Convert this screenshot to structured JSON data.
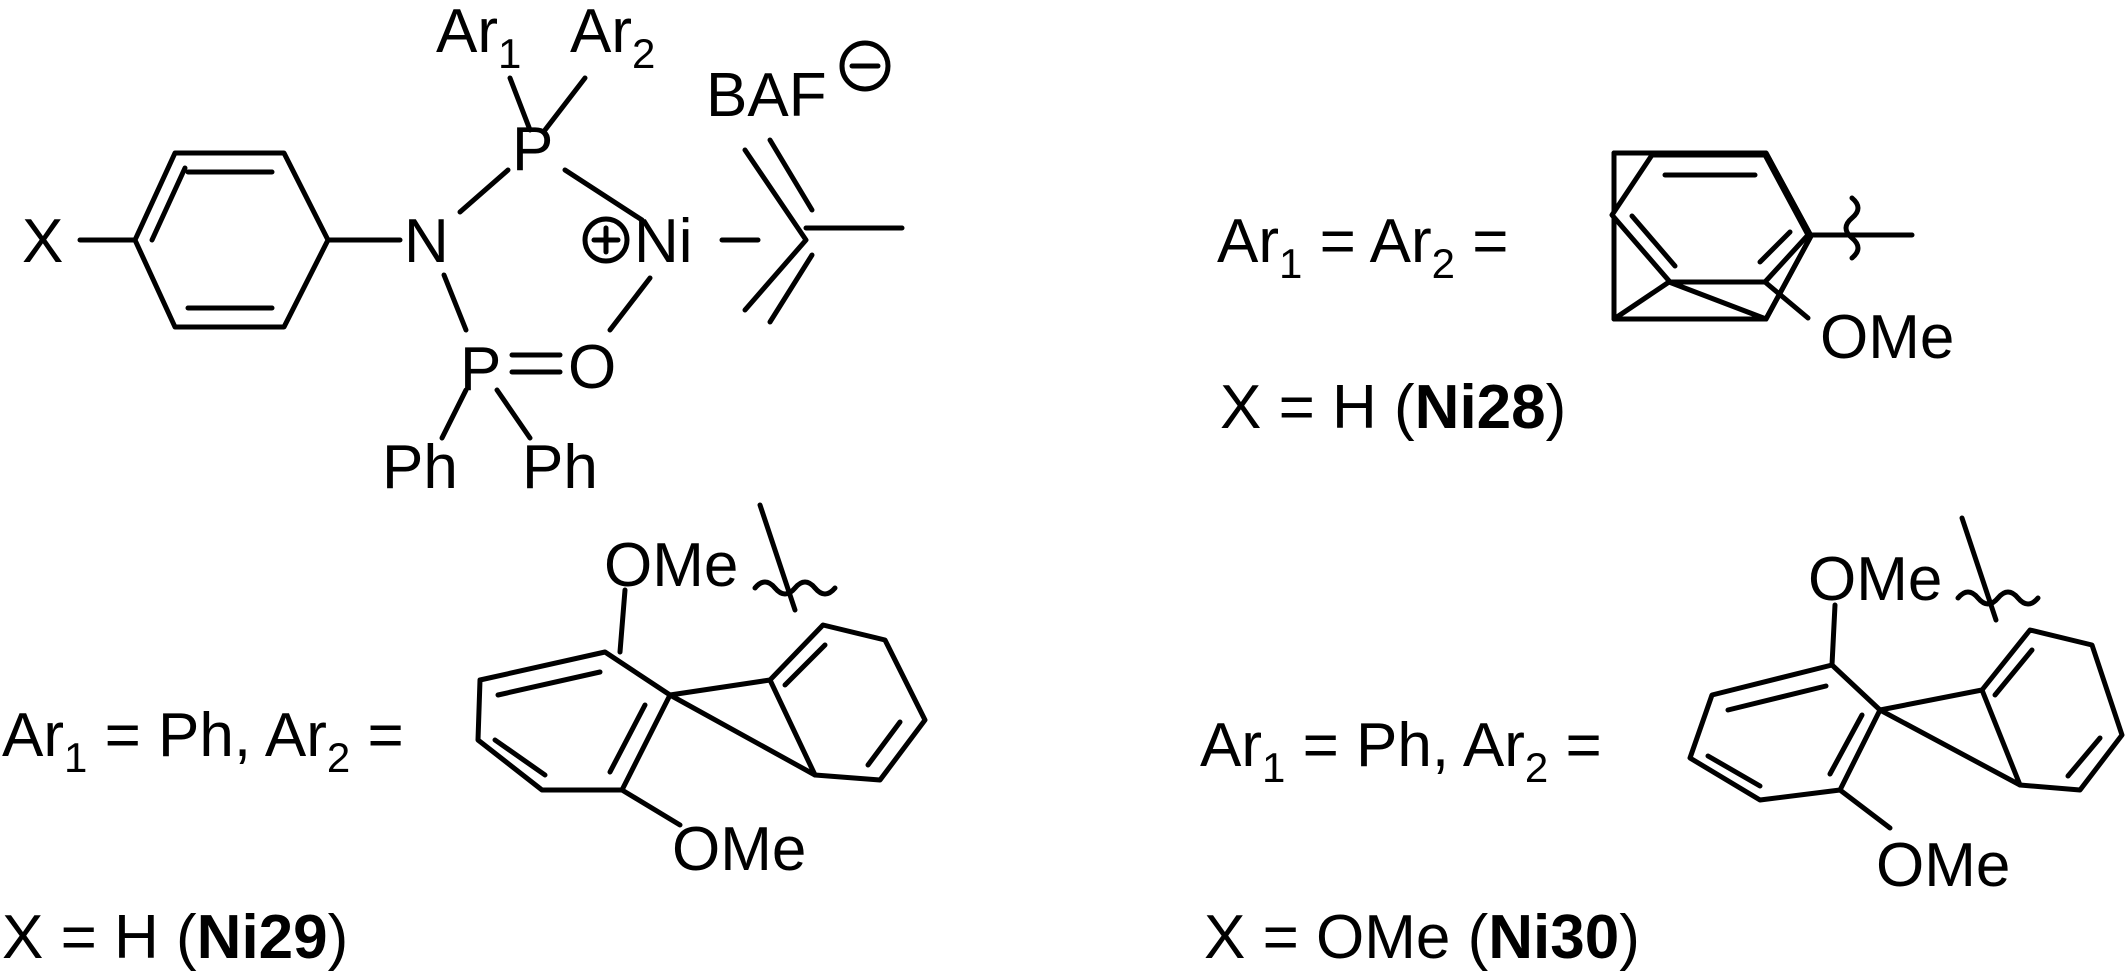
{
  "complex": {
    "x_sub": "X",
    "n_atom": "N",
    "p_upper": "P",
    "p_lower": "P",
    "o_atom": "O",
    "ni_atom": "Ni",
    "ar1_top": "Ar",
    "ar1_sub": "1",
    "ar2_top": "Ar",
    "ar2_sub": "2",
    "counterion": "BAF",
    "ph_left": "Ph",
    "ph_right": "Ph"
  },
  "variants": [
    {
      "id": "Ni28",
      "ar_line": {
        "a": "Ar",
        "s1": "1",
        "mid": " = Ar",
        "s2": "2",
        "end": " ="
      },
      "ome_labels": [
        "OMe"
      ],
      "x_line": {
        "pre": "X = H  (",
        "bold": "Ni28",
        "post": ")"
      }
    },
    {
      "id": "Ni29",
      "ar_line": {
        "a": "Ar",
        "s1": "1",
        "mid": " = Ph, Ar",
        "s2": "2",
        "end": " ="
      },
      "ome_labels": [
        "OMe",
        "OMe"
      ],
      "x_line": {
        "pre": "X = H  (",
        "bold": "Ni29",
        "post": ")"
      }
    },
    {
      "id": "Ni30",
      "ar_line": {
        "a": "Ar",
        "s1": "1",
        "mid": " = Ph, Ar",
        "s2": "2",
        "end": " ="
      },
      "ome_labels": [
        "OMe",
        "OMe"
      ],
      "x_line": {
        "pre": "X = OMe  (",
        "bold": "Ni30",
        "post": ")"
      }
    }
  ],
  "colors": {
    "ink": "#000000",
    "background": "#ffffff"
  }
}
